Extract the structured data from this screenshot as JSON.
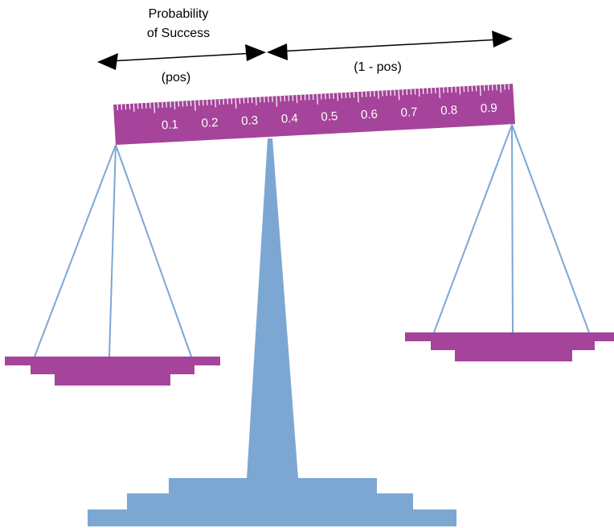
{
  "colors": {
    "beam": "#a5449a",
    "pans": "#a5449a",
    "stand": "#7da7d3",
    "strings": "#7da7d3",
    "arrows": "#000000",
    "tick_text": "#ffffff"
  },
  "labels": {
    "title_line1": "Probability",
    "title_line2": "of Success",
    "left_segment": "(pos)",
    "right_segment": "(1 - pos)"
  },
  "ruler": {
    "tick_labels": [
      "0.1",
      "0.2",
      "0.3",
      "0.4",
      "0.5",
      "0.6",
      "0.7",
      "0.8",
      "0.9"
    ],
    "marker_value": 0.4
  },
  "icons": {
    "left_arrow": "double-headed-arrow",
    "right_arrow": "double-headed-arrow"
  }
}
